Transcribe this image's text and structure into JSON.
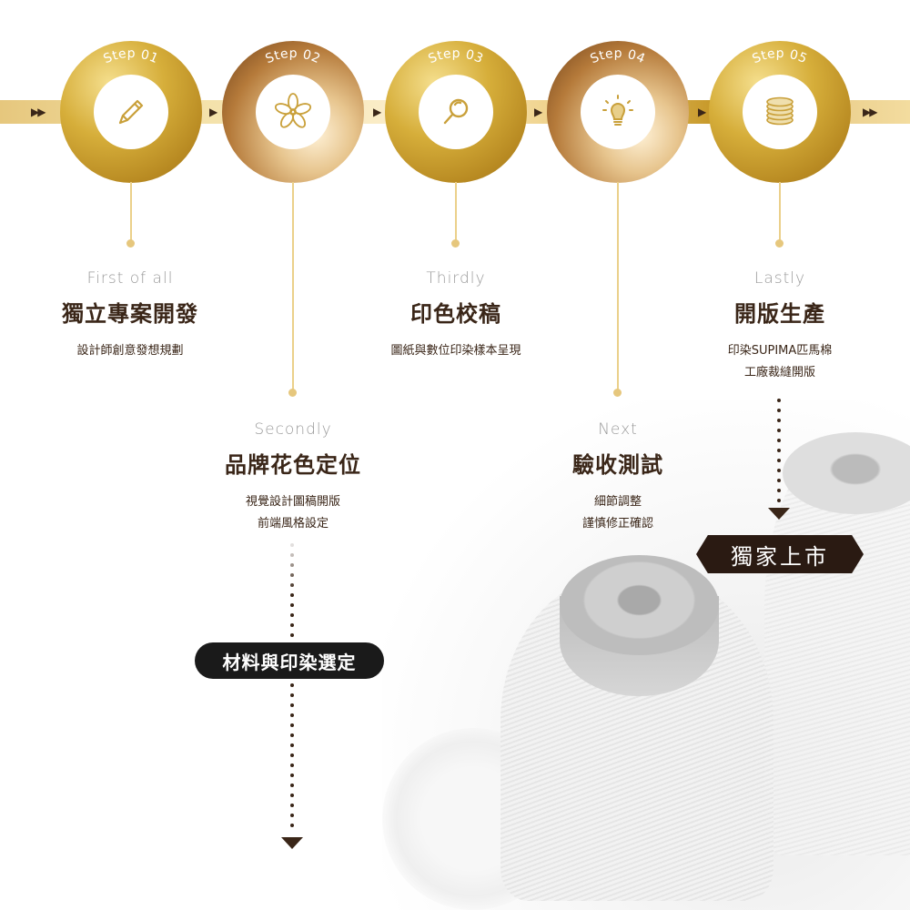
{
  "steps": [
    {
      "badge": "Step 01",
      "icon": "pencil-icon"
    },
    {
      "badge": "Step 02",
      "icon": "flower-icon"
    },
    {
      "badge": "Step 03",
      "icon": "magnifier-icon"
    },
    {
      "badge": "Step 04",
      "icon": "lightbulb-icon"
    },
    {
      "badge": "Step 05",
      "icon": "coin-stack-icon"
    }
  ],
  "arrows": {
    "double": "▶▶",
    "single": "▶"
  },
  "stages": [
    {
      "en": "First of all",
      "zh": "獨立專案開發",
      "desc": [
        "設計師創意發想規劃"
      ]
    },
    {
      "en": "Secondly",
      "zh": "品牌花色定位",
      "desc": [
        "視覺設計圖稿開版",
        "前端風格設定"
      ]
    },
    {
      "en": "Thirdly",
      "zh": "印色校稿",
      "desc": [
        "圖紙與數位印染樣本呈現"
      ]
    },
    {
      "en": "Next",
      "zh": "驗收測試",
      "desc": [
        "細節調整",
        "謹慎修正確認"
      ]
    },
    {
      "en": "Lastly",
      "zh": "開版生產",
      "desc": [
        "印染SUPIMA匹馬棉",
        "工廠裁縫開版"
      ]
    }
  ],
  "badges": {
    "material": "材料與印染選定",
    "exclusive": "獨家上市"
  },
  "colors": {
    "gold": "#d6ae3a",
    "bronze": "#8a5423",
    "dark": "#3a2618",
    "muted": "#9a9a9a"
  }
}
